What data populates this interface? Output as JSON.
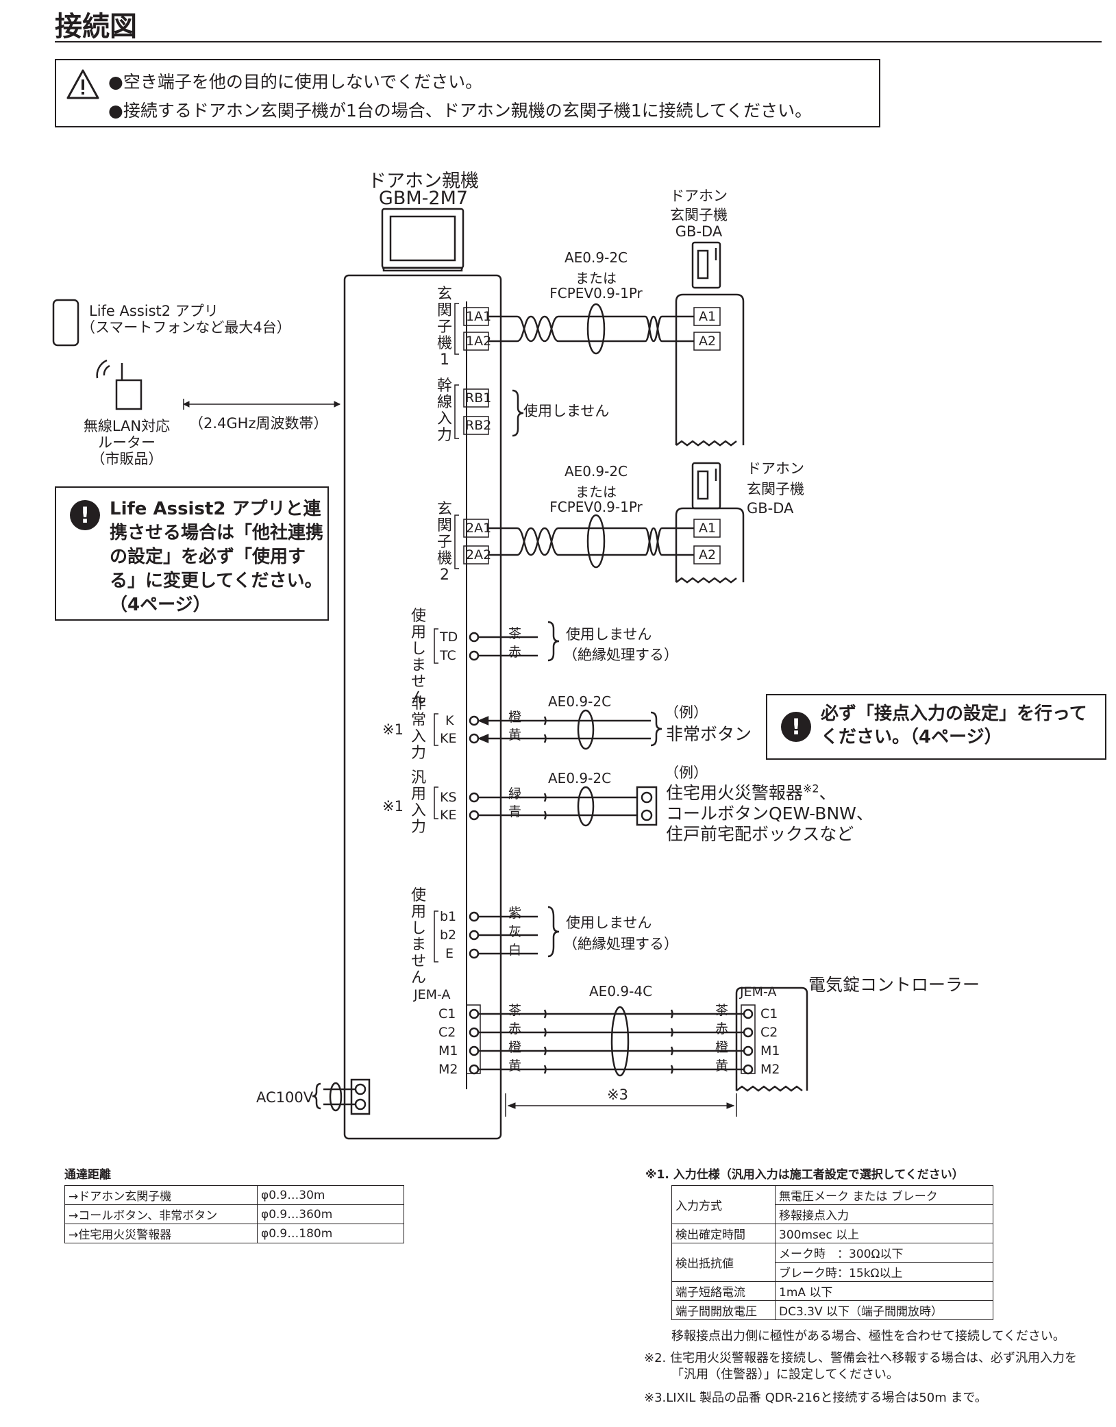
{
  "page": {
    "title": "接続図"
  },
  "warnings": [
    "●空き端子を他の目的に使用しないでください。",
    "●接続するドアホン玄関子機が1台の場合、ドアホン親機の玄関子機1に接続してください。"
  ],
  "main_unit": {
    "name": "ドアホン親機",
    "model": "GBM-2M7"
  },
  "app": {
    "name": "Life Assist2 アプリ",
    "note": "（スマートフォンなど最大4台）"
  },
  "router": {
    "line1": "無線LAN対応",
    "line2": "ルーター",
    "line3": "（市販品）",
    "band": "（2.4GHz周波数帯）"
  },
  "app_note": {
    "text": "Life Assist2 アプリと連携させる場合は「他社連携の設定」を必ず「使用する」に変更してください。（4ページ）"
  },
  "door1": {
    "l1": "ドアホン",
    "l2": "玄関子機",
    "l3": "GB-DA",
    "cable1": "AE0.9-2C",
    "cable2": "または",
    "cable3": "FCPEV0.9-1Pr"
  },
  "door2": {
    "l1": "ドアホン",
    "l2": "玄関子機",
    "l3": "GB-DA",
    "cable1": "AE0.9-2C",
    "cable2": "または",
    "cable3": "FCPEV0.9-1Pr"
  },
  "groups": {
    "g1": "玄関子機1",
    "g2": "幹線入力",
    "g3": "玄関子機2",
    "g4": "使用しません",
    "g5": "非常入力",
    "g6": "汎用入力",
    "g7": "使用しません"
  },
  "terminals": {
    "t1A1": "1A1",
    "t1A2": "1A2",
    "tRB1": "RB1",
    "tRB2": "RB2",
    "t2A1": "2A1",
    "t2A2": "2A2",
    "A1": "A1",
    "A2": "A2",
    "TD": "TD",
    "TC": "TC",
    "K": "K",
    "KE": "KE",
    "KS": "KS",
    "b1": "b1",
    "b2": "b2",
    "E": "E",
    "jem": "JEM-A",
    "C1": "C1",
    "C2": "C2",
    "M1": "M1",
    "M2": "M2"
  },
  "wires": {
    "cha": "茶",
    "aka": "赤",
    "dai": "橙",
    "ki": "黄",
    "midori": "緑",
    "ao": "青",
    "murasaki": "紫",
    "hai": "灰",
    "shiro": "白"
  },
  "labels": {
    "unused": "使用しません",
    "trunk_unused": "使用しません",
    "insulate": "（絶縁処理する）",
    "unused2": "使用しません",
    "insulate2": "（絶縁処理する）",
    "note1a": "※1",
    "note1b": "※1",
    "ae2c_a": "AE0.9-2C",
    "ae2c_b": "AE0.9-2C",
    "ae4c": "AE0.9-4C",
    "rei1": "（例）",
    "emergency_btn": "非常ボタン",
    "rei2": "（例）",
    "gen1": "住宅用火災警報器",
    "gen1sup": "※2",
    "gen1tail": "、",
    "gen2": "コールボタンQEW-BNW、",
    "gen3": "住戸前宅配ボックスなど",
    "lock_controller": "電気錠コントローラー",
    "ac": "AC100V",
    "note3": "※3"
  },
  "contact_note": {
    "line1": "必ず「接点入力の設定」を行って",
    "line2": "ください。（4ページ）"
  },
  "distance": {
    "title": "通達距離",
    "rows": [
      {
        "item": "→ドアホン玄関子機",
        "value": "φ0.9…30m"
      },
      {
        "item": "→コールボタン、非常ボタン",
        "value": "φ0.9…360m"
      },
      {
        "item": "→住宅用火災警報器",
        "value": "φ0.9…180m"
      }
    ]
  },
  "spec": {
    "title": "※1. 入力仕様（汎用入力は施工者設定で選択してください）",
    "r1k": "入力方式",
    "r1a": "無電圧メーク または ブレーク",
    "r1b": "移報接点入力",
    "r2k": "検出確定時間",
    "r2v": "300msec 以上",
    "r3k": "検出抵抗値",
    "r3a": "メーク時　：300Ω以下",
    "r3b": "ブレーク時：15kΩ以上",
    "r4k": "端子短絡電流",
    "r4v": "1mA 以下",
    "r5k": "端子間開放電圧",
    "r5v": "DC3.3V 以下（端子間開放時）"
  },
  "footnotes": {
    "f0": "移報接点出力側に極性がある場合、極性を合わせて接続してください。",
    "f2a": "※2. 住宅用火災警報器を接続し、警備会社へ移報する場合は、必ず汎用入力を",
    "f2b": "「汎用（住警器）」に設定してください。",
    "f3": "※3.LIXIL 製品の品番 QDR-216と接続する場合は50m まで。"
  }
}
